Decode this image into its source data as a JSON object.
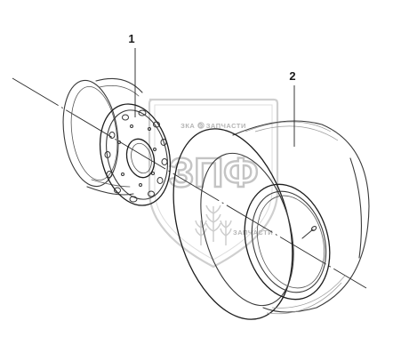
{
  "callouts": [
    {
      "id": "rim",
      "label": "1"
    },
    {
      "id": "tire",
      "label": "2"
    }
  ],
  "watermark": {
    "top_text": "ЗКА ⚙ ЗАПЧАСТИ",
    "big_text": "ЗПФ",
    "bottom_text": "ЗАПЧАСТИ"
  },
  "colors": {
    "line": "#3a3a3a",
    "watermark": "#c4c4c4",
    "background": "#ffffff"
  },
  "icons": [
    "gear-icon",
    "wheat-icon"
  ]
}
